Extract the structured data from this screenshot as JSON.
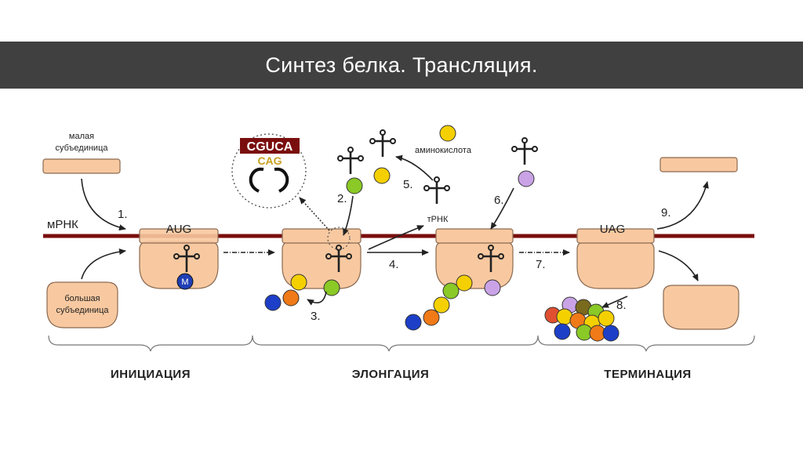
{
  "slide": {
    "title": "Синтез белка. Трансляция."
  },
  "labels": {
    "small_subunit_line1": "малая",
    "small_subunit_line2": "субъединица",
    "large_subunit_line1": "большая",
    "large_subunit_line2": "субъединица",
    "mrna": "мРНК",
    "trna": "тРНК",
    "amino_acid": "аминокислота",
    "methionine": "M"
  },
  "codons": {
    "start": "AUG",
    "stop": "UAG",
    "codon_pair_top": "CGUCA",
    "codon_pair_bottom": "CAG"
  },
  "steps": [
    "1.",
    "2.",
    "3.",
    "4.",
    "5.",
    "6.",
    "7.",
    "8.",
    "9."
  ],
  "phases": {
    "initiation": "ИНИЦИАЦИЯ",
    "elongation": "ЭЛОНГАЦИЯ",
    "termination": "ТЕРМИНАЦИЯ"
  },
  "colors": {
    "header": "#404040",
    "ribosome": "#f8c9a0",
    "ribosome_stroke": "#8a6a52",
    "mrna": "#7a0e0e",
    "met": "#1f3fb5",
    "green": "#8ac926",
    "yellow": "#f5d000",
    "orange": "#f07a18",
    "blue": "#1d3fc8",
    "purple": "#c9a3e6",
    "red": "#e05030",
    "olive": "#7a6a1e"
  }
}
